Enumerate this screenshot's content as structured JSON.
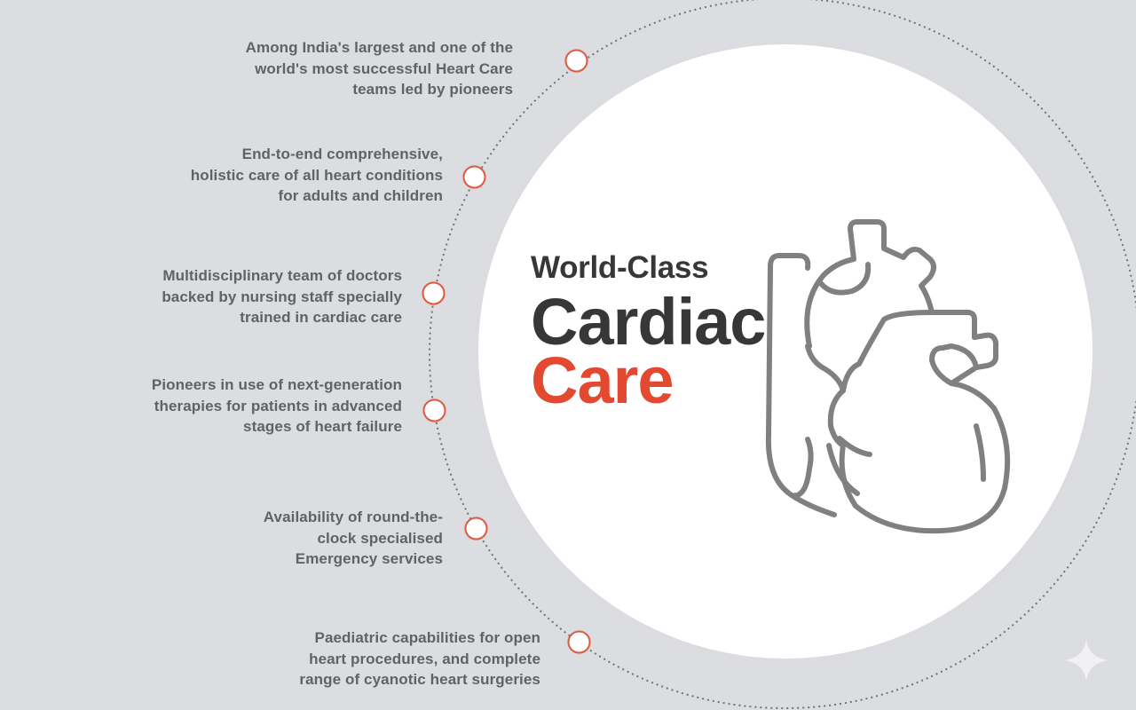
{
  "title": {
    "line1": "World-Class",
    "line2": "Cardiac",
    "line3": "Care"
  },
  "colors": {
    "background": "#dcdde0",
    "circle_fill": "#ffffff",
    "accent": "#e2492f",
    "node_border": "#e05a40",
    "text": "#606265",
    "title_dark": "#363738",
    "icon_stroke": "#808080"
  },
  "features": [
    {
      "lines": [
        "Among India's largest and one of the",
        "world's most successful Heart Care",
        "teams led by pioneers"
      ]
    },
    {
      "lines": [
        "End-to-end comprehensive,",
        "holistic care of all heart conditions",
        "for adults and children"
      ]
    },
    {
      "lines": [
        "Multidisciplinary team of doctors",
        "backed by nursing staff specially",
        "trained in cardiac care"
      ]
    },
    {
      "lines": [
        "Pioneers in use of next-generation",
        "therapies for patients in advanced",
        "stages of heart failure"
      ]
    },
    {
      "lines": [
        "Availability of round-the-",
        "clock specialised",
        "Emergency services"
      ]
    },
    {
      "lines": [
        "Paediatric capabilities for open",
        "heart procedures, and complete",
        "range of cyanotic heart surgeries"
      ]
    }
  ],
  "icons": {
    "heart": "anatomical-heart-icon",
    "sparkle": "sparkle-icon"
  }
}
